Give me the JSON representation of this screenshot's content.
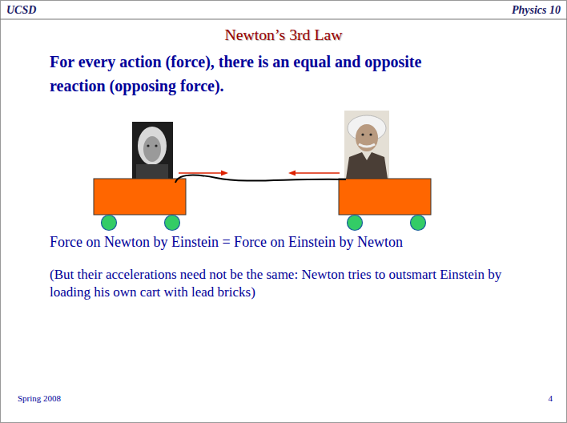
{
  "diagram": {
    "title": "Newton’s 3rd Law",
    "labels": [
      "UCSD",
      "Physics 10",
      "For every action (force), there is an equal and opposite reaction (opposing force).",
      "Force on Newton by Einstein = Force on Einstein by Newton",
      "(But their accelerations need not be the same: Newton tries to outsmart Einstein by loading his own cart with lead bricks)",
      "Spring 2008",
      "4"
    ]
  }
}
